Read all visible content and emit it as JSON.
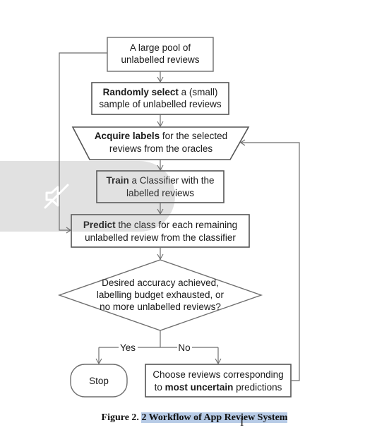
{
  "nodes": {
    "pool": {
      "lines": [
        "A large pool of",
        "unlabelled reviews"
      ]
    },
    "random": {
      "line1_bold": "Randomly select",
      "line1_rest": " a (small)",
      "line2": "sample of unlabelled reviews"
    },
    "acquire": {
      "line1_bold": "Acquire labels",
      "line1_rest": " for the selected",
      "line2": "reviews from the oracles"
    },
    "train": {
      "line1_bold": "Train",
      "line1_rest": " a Classifier with the",
      "line2": "labelled reviews"
    },
    "predict": {
      "line1_bold": "Predict",
      "line1_rest": " the class for each remaining",
      "line2": "unlabelled review from the classifier"
    },
    "decision": {
      "lines": [
        "Desired accuracy achieved,",
        "labelling budget exhausted, or",
        "no more unlabelled reviews?"
      ]
    },
    "stop": {
      "label": "Stop"
    },
    "choose": {
      "line1": "Choose reviews corresponding",
      "line2_pre": "to ",
      "line2_bold": "most uncertain",
      "line2_post": " predictions"
    }
  },
  "edges": {
    "yes_label": "Yes",
    "no_label": "No"
  },
  "caption": {
    "prefix": "Figure 2. ",
    "highlighted": "2 Workflow of App Review System"
  },
  "colors": {
    "highlight": "#b7cbe6",
    "stroke": "#6e6e6e"
  }
}
